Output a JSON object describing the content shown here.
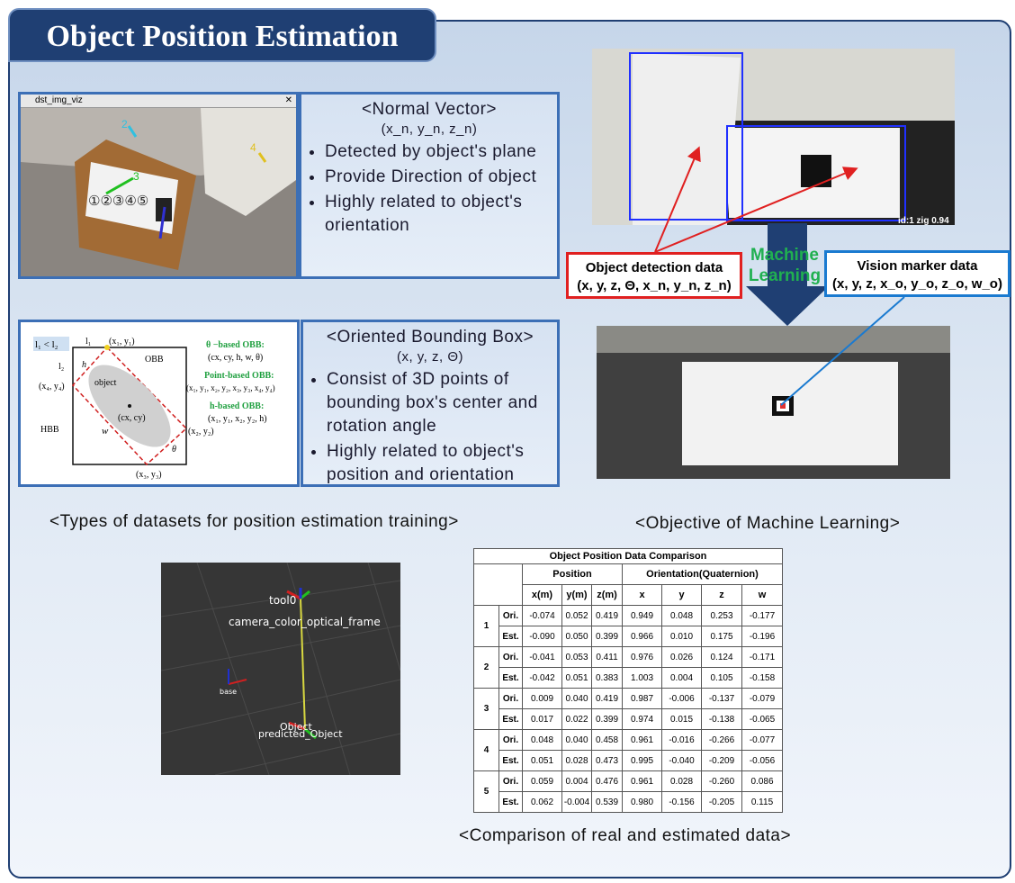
{
  "title": "Object Position Estimation",
  "normal_vector": {
    "window_title": "dst_img_viz",
    "heading": "<Normal Vector>",
    "sub": "(x_n, y_n, z_n)",
    "bullets": [
      "Detected by object's plane",
      "Provide Direction of object",
      "Highly related to object's orientation"
    ],
    "circle_numbers": [
      "①②③④⑤"
    ],
    "marker_numbers": [
      "2",
      "3",
      "4"
    ]
  },
  "obb": {
    "heading": "<Oriented Bounding Box>",
    "sub": "(x, y, z, Θ)",
    "bullets": [
      "Consist of 3D points of bounding box's center and rotation angle",
      "Highly related to object's position and orientation"
    ],
    "diagram": {
      "cond": "l₁ < l₂",
      "l1": "l₁",
      "l2": "l₂",
      "h": "h",
      "w": "w",
      "p1": "(x₁, y₁)",
      "p2": "(x₂, y₂)",
      "p3": "(x₃, y₃)",
      "p4": "(x₄, y₄)",
      "object": "object",
      "center": "(cx, cy)",
      "obb": "OBB",
      "hbb": "HBB",
      "theta": "θ",
      "theta_title": "θ −based OBB:",
      "theta_val": "(cx, cy, h, w, θ)",
      "point_title": "Point-based OBB:",
      "point_val": "(x₁, y₁, x₂, y₂, x₃, y₃, x₄, y₄)",
      "h_title": "h-based OBB:",
      "h_val": "(x₁, y₁, x₂, y₂, h)"
    }
  },
  "captions": {
    "types": "<Types of datasets for position estimation training>",
    "objective": "<Objective of Machine Learning>",
    "comparison": "<Comparison of real and estimated data>"
  },
  "detection": {
    "label": "Object detection data",
    "vars": "(x, y, z, Θ, x_n, y_n, z_n)",
    "id_text": "id:1  zig  0.94",
    "ml": "Machine Learning"
  },
  "vision": {
    "label": "Vision marker data",
    "vars": "(x, y, z, x_o, y_o, z_o, w_o)"
  },
  "tf": {
    "tool0": "tool0",
    "camera": "camera_color_optical_frame",
    "base": "base",
    "object": "Object",
    "predicted": "predicted_Object"
  },
  "table": {
    "title": "Object Position Data Comparison",
    "group_position": "Position",
    "group_orientation": "Orientation(Quaternion)",
    "columns": [
      "x(m)",
      "y(m)",
      "z(m)",
      "x",
      "y",
      "z",
      "w"
    ],
    "rows": [
      {
        "id": "1",
        "ori": [
          "-0.074",
          "0.052",
          "0.419",
          "0.949",
          "0.048",
          "0.253",
          "-0.177"
        ],
        "est": [
          "-0.090",
          "0.050",
          "0.399",
          "0.966",
          "0.010",
          "0.175",
          "-0.196"
        ]
      },
      {
        "id": "2",
        "ori": [
          "-0.041",
          "0.053",
          "0.411",
          "0.976",
          "0.026",
          "0.124",
          "-0.171"
        ],
        "est": [
          "-0.042",
          "0.051",
          "0.383",
          "1.003",
          "0.004",
          "0.105",
          "-0.158"
        ]
      },
      {
        "id": "3",
        "ori": [
          "0.009",
          "0.040",
          "0.419",
          "0.987",
          "-0.006",
          "-0.137",
          "-0.079"
        ],
        "est": [
          "0.017",
          "0.022",
          "0.399",
          "0.974",
          "0.015",
          "-0.138",
          "-0.065"
        ]
      },
      {
        "id": "4",
        "ori": [
          "0.048",
          "0.040",
          "0.458",
          "0.961",
          "-0.016",
          "-0.266",
          "-0.077"
        ],
        "est": [
          "0.051",
          "0.028",
          "0.473",
          "0.995",
          "-0.040",
          "-0.209",
          "-0.056"
        ]
      },
      {
        "id": "5",
        "ori": [
          "0.059",
          "0.004",
          "0.476",
          "0.961",
          "0.028",
          "-0.260",
          "0.086"
        ],
        "est": [
          "0.062",
          "-0.004",
          "0.539",
          "0.980",
          "-0.156",
          "-0.205",
          "0.115"
        ]
      }
    ],
    "ori_label": "Ori.",
    "est_label": "Est."
  }
}
